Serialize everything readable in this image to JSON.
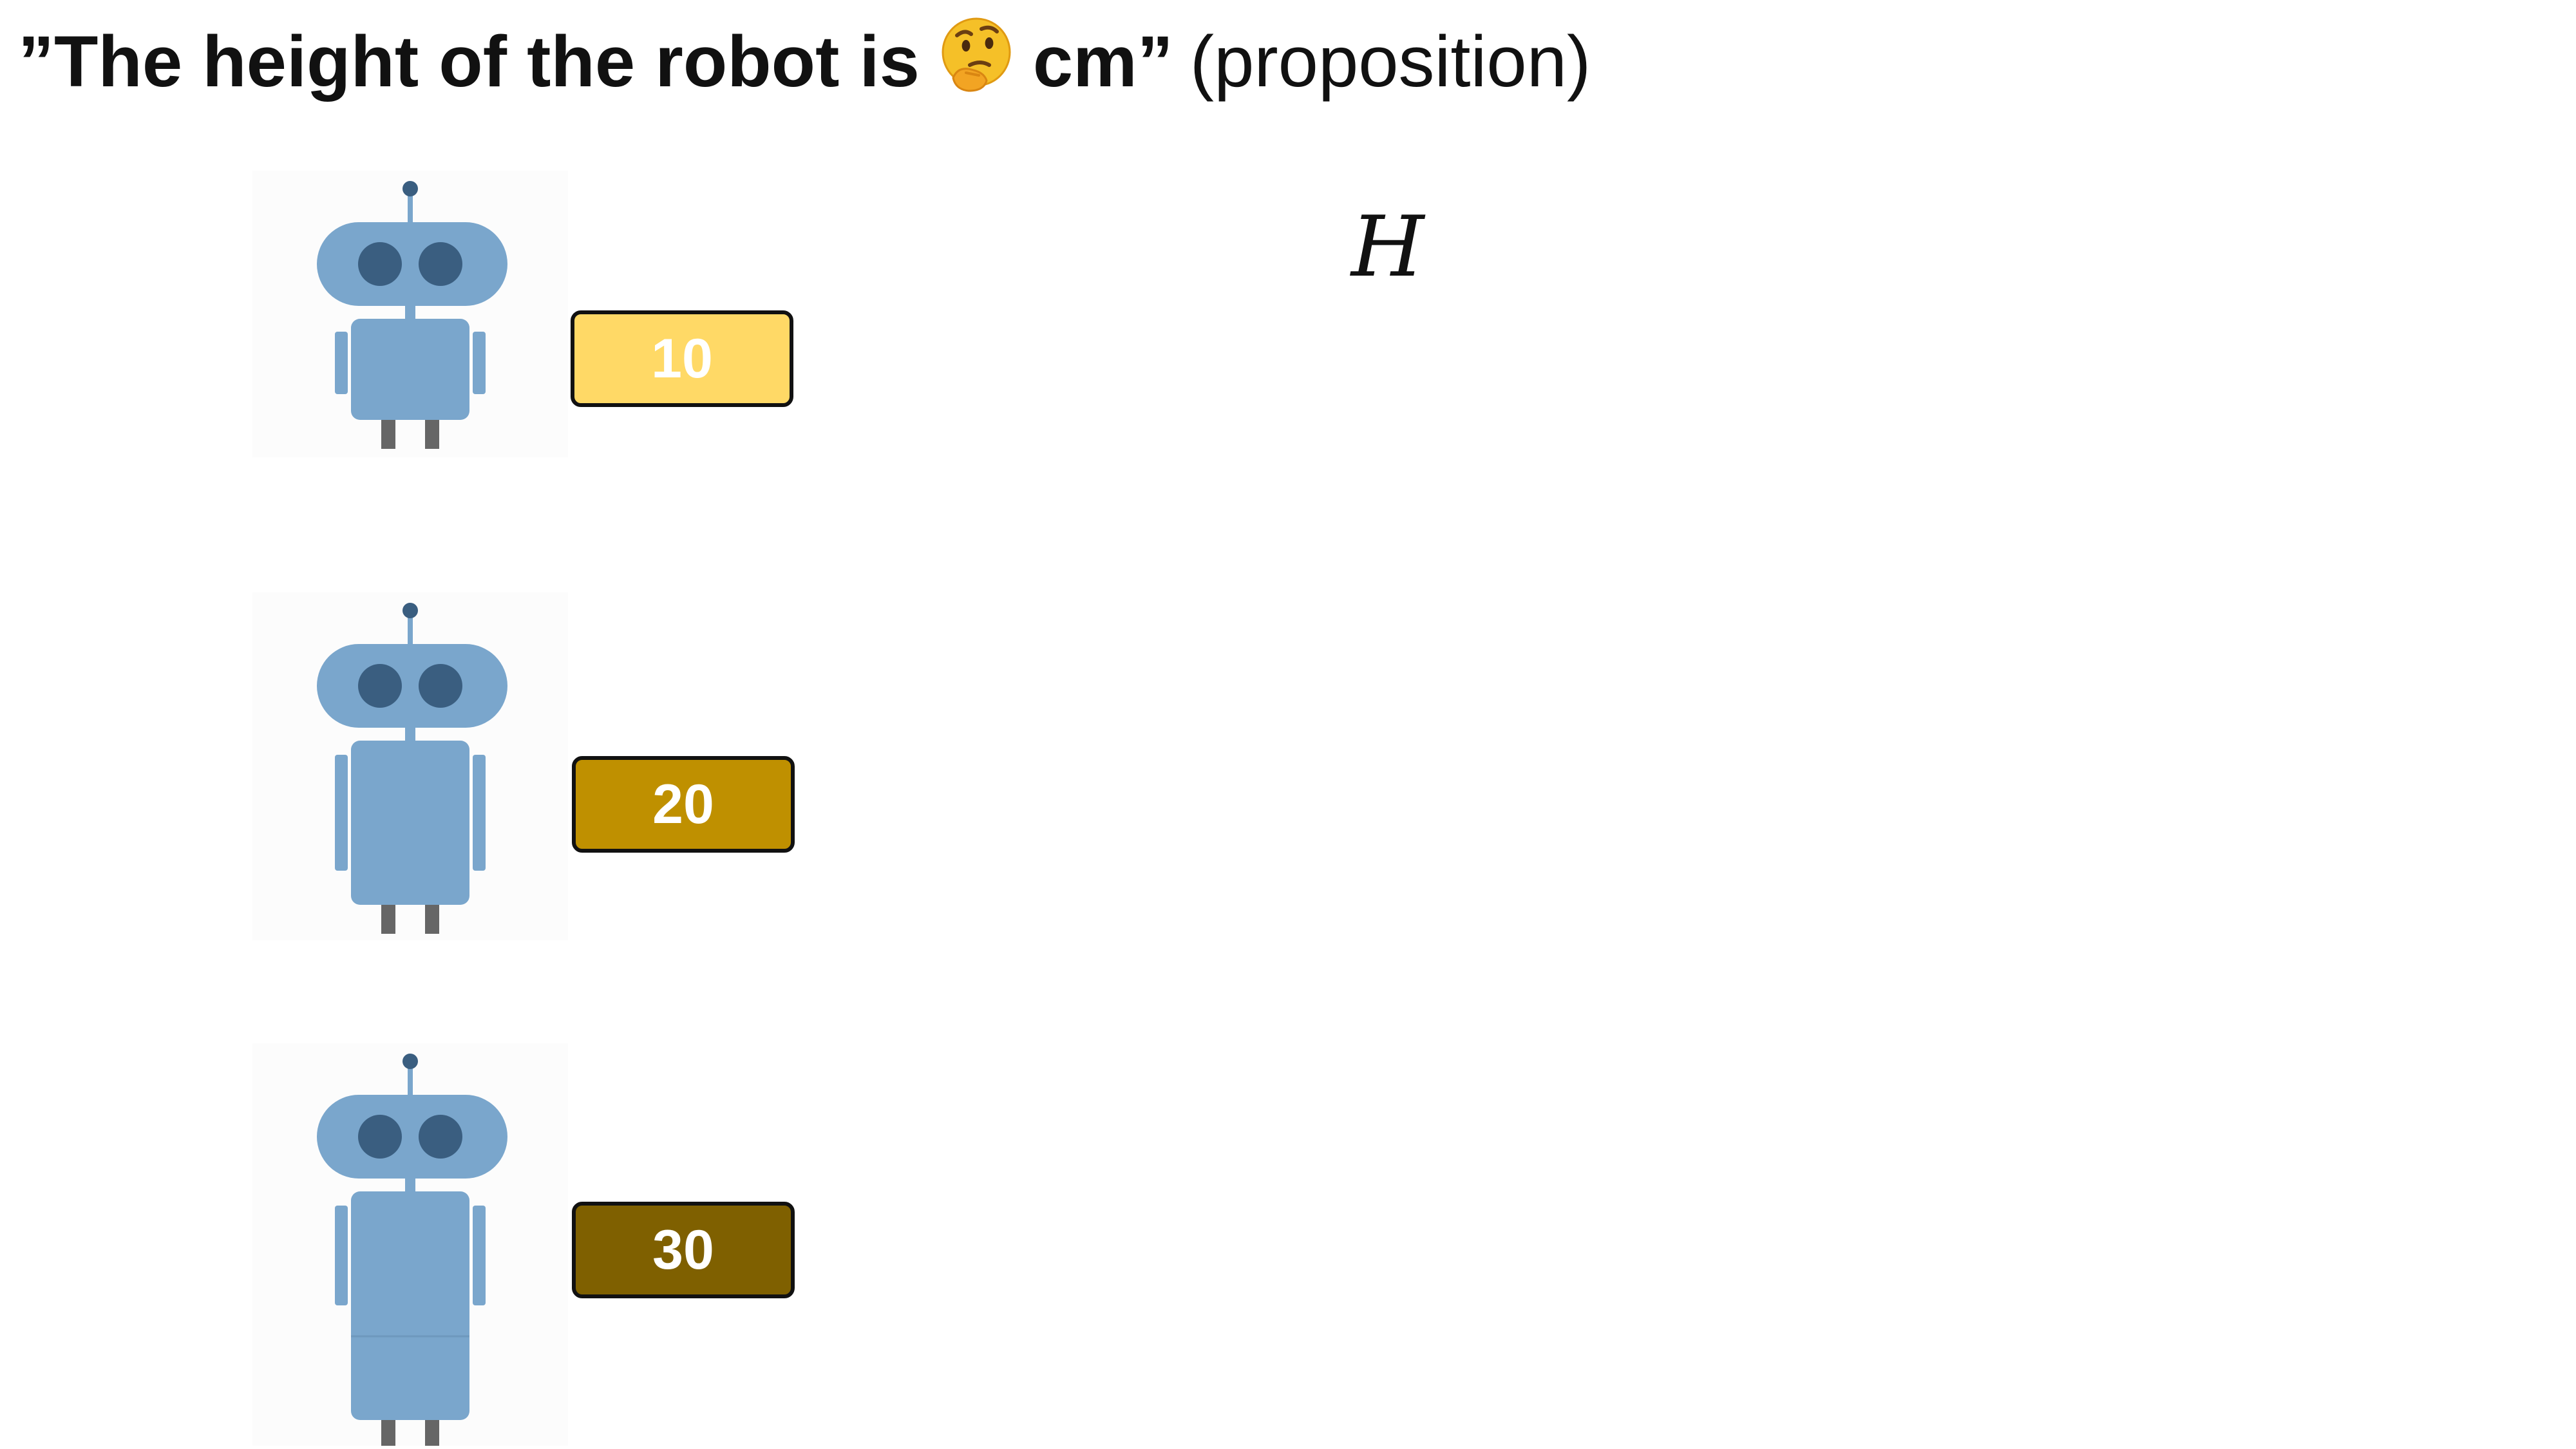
{
  "title": {
    "part1": "”The height of the robot is",
    "emoji_icon": "thinking-face-icon",
    "part2": "cm”",
    "part3": "(proposition)"
  },
  "variable_symbol": "H",
  "robots": [
    {
      "height_label": "10",
      "color": "#FFD966"
    },
    {
      "height_label": "20",
      "color": "#BF9000"
    },
    {
      "height_label": "30",
      "color": "#7F6000"
    }
  ],
  "colors": {
    "robot_body": "#7AA6CC",
    "robot_eyes": "#3A5E80",
    "robot_legs": "#666666",
    "box_border": "#111111",
    "box_text": "#FFFFFF"
  }
}
